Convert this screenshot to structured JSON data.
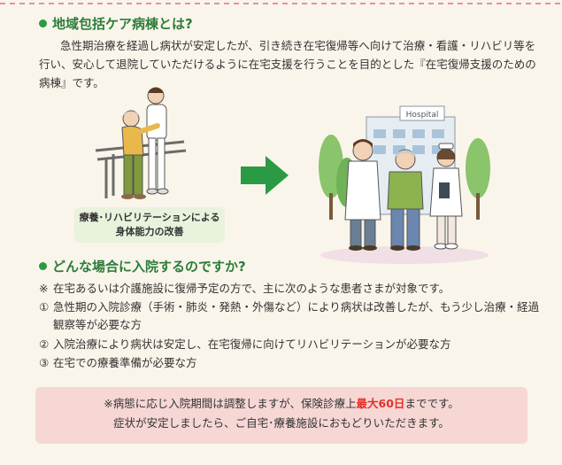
{
  "section1": {
    "heading": "地域包括ケア病棟とは?",
    "lines": [
      "急性期治療を経過し病状が安定したが、引き続き在宅復帰等へ向けて治療・看護・リハビリ等を",
      "行い、安心して退院していただけるように在宅支援を行うことを目的とした『在宅復帰支援のための",
      "病棟』です。"
    ]
  },
  "illustration": {
    "caption_line1": "療養･リハビリテーションによる",
    "caption_line2": "身体能力の改善",
    "hospital_sign": "Hospital",
    "left_icon": "rehab-scene-icon",
    "arrow_icon": "right-arrow-icon",
    "right_icon": "hospital-staff-scene-icon"
  },
  "section2": {
    "heading": "どんな場合に入院するのですか?",
    "intro_mark": "※",
    "intro": "在宅あるいは介護施設に復帰予定の方で、主に次のような患者さまが対象です。",
    "items": [
      {
        "mark": "①",
        "text": "急性期の入院診療（手術・肺炎・発熱・外傷など）により病状は改善したが、もう少し治療・経過",
        "cont": "観察等が必要な方"
      },
      {
        "mark": "②",
        "text": "入院治療により病状は安定し、在宅復帰に向けてリハビリテーションが必要な方"
      },
      {
        "mark": "③",
        "text": "在宅での療養準備が必要な方"
      }
    ]
  },
  "note": {
    "line1_pre": "※病態に応じ入院期間は調整しますが、保険診療上",
    "line1_em": "最大60日",
    "line1_post": "までです。",
    "line2": "症状が安定しましたら、ご自宅･療養施設におもどりいただきます。"
  },
  "colors": {
    "heading_green": "#2b7d3a",
    "arrow_green": "#2b9a45",
    "note_pink": "#f6d7d4",
    "emphasis_red": "#e5302a"
  }
}
